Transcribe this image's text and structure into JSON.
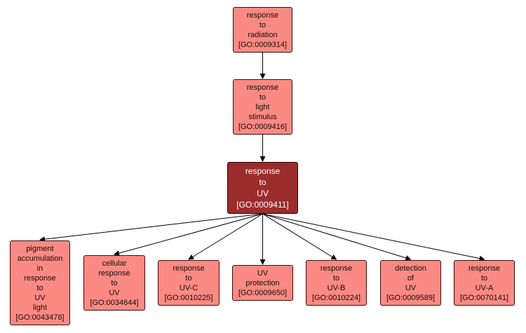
{
  "nodes": {
    "radiation": {
      "lines": [
        "response",
        "to",
        "radiation"
      ],
      "id": "[GO:0009314]"
    },
    "light_stimulus": {
      "lines": [
        "response",
        "to",
        "light",
        "stimulus"
      ],
      "id": "[GO:0009416]"
    },
    "uv": {
      "lines": [
        "response",
        "to",
        "UV"
      ],
      "id": "[GO:0009411]"
    },
    "pigment": {
      "lines": [
        "pigment",
        "accumulation",
        "in",
        "response",
        "to",
        "UV",
        "light"
      ],
      "id": "[GO:0043478]"
    },
    "cellular": {
      "lines": [
        "cellular",
        "response",
        "to",
        "UV"
      ],
      "id": "[GO:0034644]"
    },
    "uvc": {
      "lines": [
        "response",
        "to",
        "UV-C"
      ],
      "id": "[GO:0010225]"
    },
    "protection": {
      "lines": [
        "UV",
        "protection"
      ],
      "id": "[GO:0009650]"
    },
    "uvb": {
      "lines": [
        "response",
        "to",
        "UV-B"
      ],
      "id": "[GO:0010224]"
    },
    "detection": {
      "lines": [
        "detection",
        "of",
        "UV"
      ],
      "id": "[GO:0009589]"
    },
    "uva": {
      "lines": [
        "response",
        "to",
        "UV-A"
      ],
      "id": "[GO:0070141]"
    }
  },
  "edges": [
    [
      "radiation",
      "light_stimulus"
    ],
    [
      "light_stimulus",
      "uv"
    ],
    [
      "uv",
      "pigment"
    ],
    [
      "uv",
      "cellular"
    ],
    [
      "uv",
      "uvc"
    ],
    [
      "uv",
      "protection"
    ],
    [
      "uv",
      "uvb"
    ],
    [
      "uv",
      "detection"
    ],
    [
      "uv",
      "uva"
    ]
  ],
  "colors": {
    "node_fill": "#fa8a83",
    "focus_fill": "#9b2c2c",
    "edge": "#000000"
  }
}
